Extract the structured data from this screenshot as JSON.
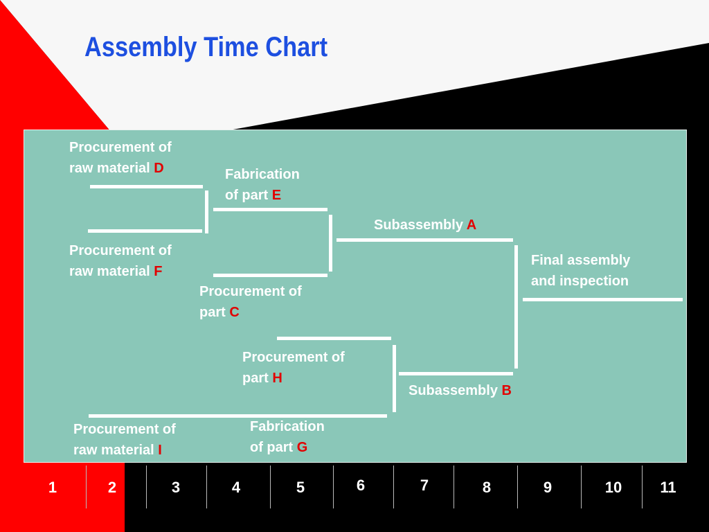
{
  "slide": {
    "title": "Assembly Time Chart",
    "colors": {
      "title": "#1d4fe0",
      "accent": "#e20000",
      "panel": "#8ac7b8",
      "background": "#000000",
      "corner_red": "#ff0000",
      "top_band": "#f7f7f7"
    }
  },
  "diagram": {
    "labels": {
      "proc_d": {
        "l1": "Procurement of",
        "l2": "raw  material ",
        "key": "D"
      },
      "proc_f": {
        "l1": "Procurement of",
        "l2": "raw  material ",
        "key": "F"
      },
      "fab_e": {
        "l1": "Fabrication",
        "l2": "of part ",
        "key": "E"
      },
      "proc_c": {
        "l1": "Procurement of",
        "l2": "part ",
        "key": "C"
      },
      "sub_a": {
        "l1": "Subassembly ",
        "key": "A"
      },
      "final": {
        "l1": "Final assembly",
        "l2": "and inspection"
      },
      "proc_h": {
        "l1": "Procurement of",
        "l2": "part ",
        "key": "H"
      },
      "sub_b": {
        "l1": "Subassembly ",
        "key": "B"
      },
      "proc_i": {
        "l1": "Procurement of",
        "l2": "raw  material ",
        "key": "I"
      },
      "fab_g": {
        "l1": "Fabrication",
        "l2": "of part ",
        "key": "G"
      }
    },
    "time_axis": [
      "1",
      "2",
      "3",
      "4",
      "5",
      "6",
      "7",
      "8",
      "9",
      "10",
      "11"
    ]
  }
}
